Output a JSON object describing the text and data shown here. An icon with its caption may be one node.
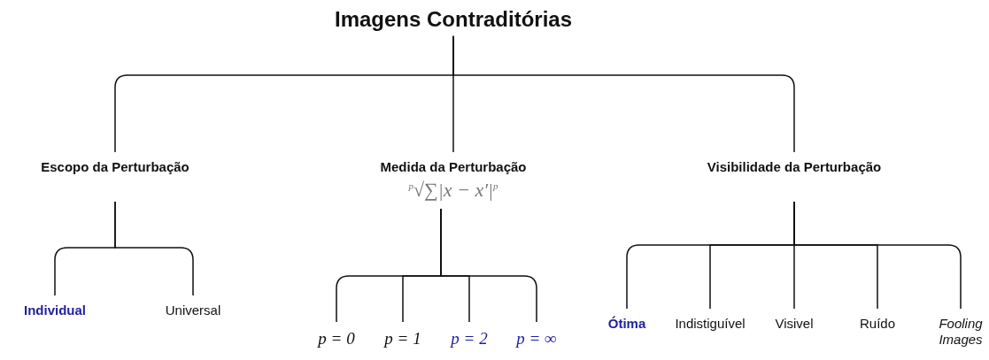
{
  "diagram": {
    "nodes": [
      {
        "text": [
          "Imagens Contraditórias"
        ]
      },
      {
        "text": [
          "Escopo da Perturbação"
        ]
      },
      {
        "text": [
          "Medida da Perturbação",
          "$^{p}$√∑|x − x′|$^{p}$"
        ]
      },
      {
        "text": [
          "Visibilidade da Perturbação"
        ]
      },
      {
        "text": [
          "Individual"
        ]
      },
      {
        "text": [
          "Universal"
        ]
      },
      {
        "text": [
          "p = 0"
        ]
      },
      {
        "text": [
          "p = 1"
        ]
      },
      {
        "text": [
          "p = 2"
        ]
      },
      {
        "text": [
          "p = ∞"
        ]
      },
      {
        "text": [
          "Ótima"
        ]
      },
      {
        "text": [
          "Indistiguível"
        ]
      },
      {
        "text": [
          "Visivel"
        ]
      },
      {
        "text": [
          "Ruído"
        ]
      },
      {
        "text": [
          "Fooling Images"
        ]
      }
    ],
    "edges": [
      {
        "from": 0,
        "to": 1,
        "arrow": "none"
      },
      {
        "from": 0,
        "to": 2,
        "arrow": "none"
      },
      {
        "from": 0,
        "to": 3,
        "arrow": "none"
      },
      {
        "from": 1,
        "to": 4,
        "arrow": "none"
      },
      {
        "from": 1,
        "to": 5,
        "arrow": "none"
      },
      {
        "from": 2,
        "to": 6,
        "arrow": "none"
      },
      {
        "from": 2,
        "to": 7,
        "arrow": "none"
      },
      {
        "from": 2,
        "to": 8,
        "arrow": "none"
      },
      {
        "from": 2,
        "to": 9,
        "arrow": "none"
      },
      {
        "from": 3,
        "to": 10,
        "arrow": "none"
      },
      {
        "from": 3,
        "to": 11,
        "arrow": "none"
      },
      {
        "from": 3,
        "to": 12,
        "arrow": "none"
      },
      {
        "from": 3,
        "to": 13,
        "arrow": "none"
      },
      {
        "from": 3,
        "to": 14,
        "arrow": "none"
      }
    ]
  }
}
